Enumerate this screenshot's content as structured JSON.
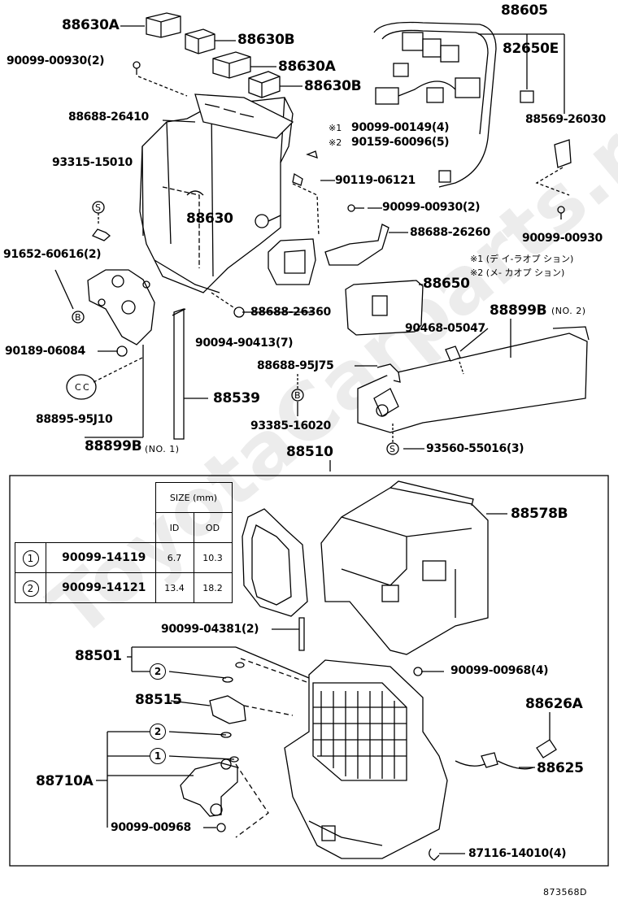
{
  "watermark": "ToyotaCarparts.ru",
  "diagram_code": "873568D",
  "parts_top": {
    "p88630A_1": "88630A",
    "p88630B_1": "88630B",
    "p88630A_2": "88630A",
    "p88630B_2": "88630B",
    "p90099_00930_2": "90099-00930(2)",
    "p88605": "88605",
    "p82650E": "82650E",
    "p88688_26410": "88688-26410",
    "p88569_26030": "88569-26030",
    "p90099_00149": "90099-00149(4)",
    "p90159_60096": "90159-60096(5)",
    "mark1": "※1",
    "mark2": "※2",
    "p93315_15010": "93315-15010",
    "p90119_06121": "90119-06121",
    "p90099_00930_2b": "90099-00930(2)",
    "p88630": "88630",
    "p90099_00930": "90099-00930",
    "p91652_60616": "91652-60616(2)",
    "p88688_26260": "88688-26260",
    "note1": "※1 (デ イ-ラオプ ション)",
    "note2": "※2 (メ- カオプ ション)",
    "p88650": "88650",
    "p88688_26360": "88688-26360",
    "p88899B_no2": "88899B",
    "no2": "(NO. 2)",
    "p90468_05047": "90468-05047",
    "p90094_90413": "90094-90413(7)",
    "p90189_06084": "90189-06084",
    "p88688_95J75": "88688-95J75",
    "p88539": "88539",
    "p88895_95J10": "88895-95J10",
    "p93385_16020": "93385-16020",
    "p88899B_no1": "88899B",
    "no1": "(NO. 1)",
    "p93560_55016": "93560-55016(3)",
    "p88510": "88510"
  },
  "callouts": {
    "S": "S",
    "B": "B",
    "C": "C",
    "one": "1",
    "two": "2"
  },
  "size_table": {
    "header": "SIZE (mm)",
    "col_id": "ID",
    "col_od": "OD",
    "rows": [
      {
        "num": "1",
        "part": "90099-14119",
        "id": "6.7",
        "od": "10.3"
      },
      {
        "num": "2",
        "part": "90099-14121",
        "id": "13.4",
        "od": "18.2"
      }
    ]
  },
  "parts_bottom": {
    "p88578B": "88578B",
    "p90099_04381": "90099-04381(2)",
    "p88501": "88501",
    "p90099_00968_4": "90099-00968(4)",
    "p88515": "88515",
    "p88626A": "88626A",
    "p88710A": "88710A",
    "p88625": "88625",
    "p90099_00968": "90099-00968",
    "p87116_14010": "87116-14010(4)"
  }
}
